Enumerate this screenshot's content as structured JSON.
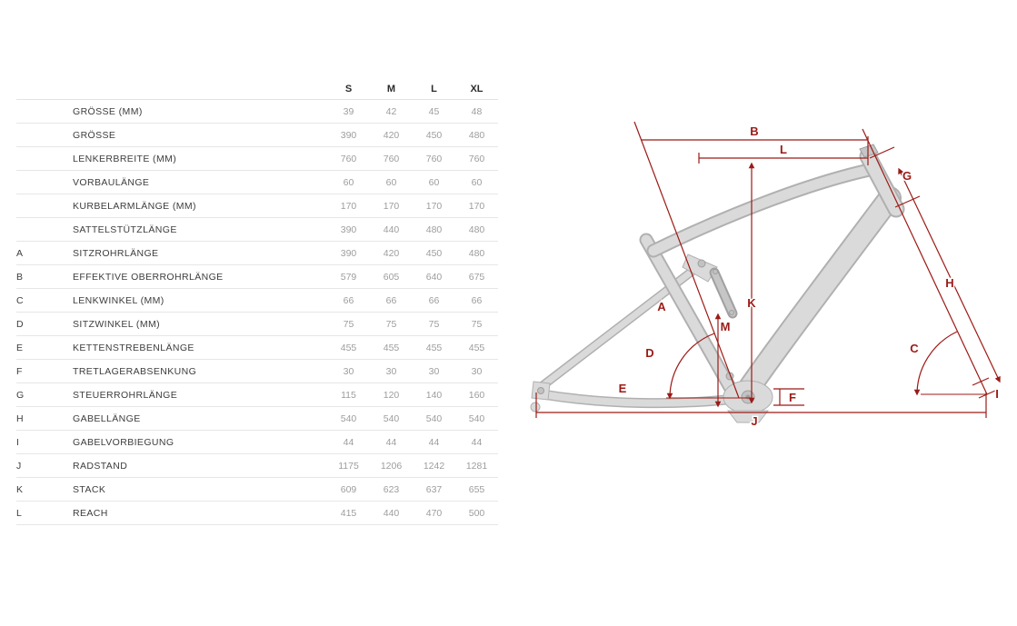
{
  "table": {
    "headers": [
      "S",
      "M",
      "L",
      "XL"
    ],
    "rows": [
      {
        "letter": "",
        "label": "GRÖSSE (MM)",
        "values": [
          "39",
          "42",
          "45",
          "48"
        ]
      },
      {
        "letter": "",
        "label": "GRÖSSE",
        "values": [
          "390",
          "420",
          "450",
          "480"
        ]
      },
      {
        "letter": "",
        "label": "LENKERBREITE (MM)",
        "values": [
          "760",
          "760",
          "760",
          "760"
        ]
      },
      {
        "letter": "",
        "label": "VORBAULÄNGE",
        "values": [
          "60",
          "60",
          "60",
          "60"
        ]
      },
      {
        "letter": "",
        "label": "KURBELARMLÄNGE (MM)",
        "values": [
          "170",
          "170",
          "170",
          "170"
        ]
      },
      {
        "letter": "",
        "label": "SATTELSTÜTZLÄNGE",
        "values": [
          "390",
          "440",
          "480",
          "480"
        ]
      },
      {
        "letter": "A",
        "label": "SITZROHRLÄNGE",
        "values": [
          "390",
          "420",
          "450",
          "480"
        ]
      },
      {
        "letter": "B",
        "label": "EFFEKTIVE OBERROHRLÄNGE",
        "values": [
          "579",
          "605",
          "640",
          "675"
        ]
      },
      {
        "letter": "C",
        "label": "LENKWINKEL (MM)",
        "values": [
          "66",
          "66",
          "66",
          "66"
        ]
      },
      {
        "letter": "D",
        "label": "SITZWINKEL (MM)",
        "values": [
          "75",
          "75",
          "75",
          "75"
        ]
      },
      {
        "letter": "E",
        "label": "KETTENSTREBENLÄNGE",
        "values": [
          "455",
          "455",
          "455",
          "455"
        ]
      },
      {
        "letter": "F",
        "label": "TRETLAGERABSENKUNG",
        "values": [
          "30",
          "30",
          "30",
          "30"
        ]
      },
      {
        "letter": "G",
        "label": "STEUERROHRLÄNGE",
        "values": [
          "115",
          "120",
          "140",
          "160"
        ]
      },
      {
        "letter": "H",
        "label": "GABELLÄNGE",
        "values": [
          "540",
          "540",
          "540",
          "540"
        ]
      },
      {
        "letter": "I",
        "label": "GABELVORBIEGUNG",
        "values": [
          "44",
          "44",
          "44",
          "44"
        ]
      },
      {
        "letter": "J",
        "label": "RADSTAND",
        "values": [
          "1175",
          "1206",
          "1242",
          "1281"
        ]
      },
      {
        "letter": "K",
        "label": "STACK",
        "values": [
          "609",
          "623",
          "637",
          "655"
        ]
      },
      {
        "letter": "L",
        "label": "REACH",
        "values": [
          "415",
          "440",
          "470",
          "500"
        ]
      }
    ]
  },
  "diagram": {
    "accent_color": "#9b1b16",
    "frame_fill": "#dadada",
    "frame_line": "#b0b0b0",
    "labels": {
      "A": "A",
      "B": "B",
      "C": "C",
      "D": "D",
      "E": "E",
      "F": "F",
      "G": "G",
      "H": "H",
      "I": "I",
      "J": "J",
      "K": "K",
      "L": "L",
      "M": "M"
    }
  }
}
